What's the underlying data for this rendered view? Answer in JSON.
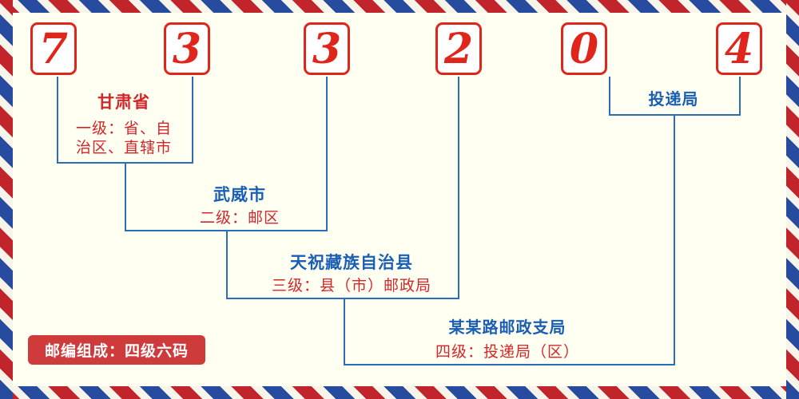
{
  "digits": [
    "7",
    "3",
    "3",
    "2",
    "0",
    "4"
  ],
  "labels": {
    "province_name": "甘肃省",
    "province_desc1": "一级：省、自",
    "province_desc2": "治区、直辖市",
    "city_name": "武威市",
    "city_desc": "二级：邮区",
    "county_name": "天祝藏族自治县",
    "county_desc": "三级：县（市）邮政局",
    "branch_name": "某某路邮政支局",
    "branch_desc": "四级：投递局（区）",
    "delivery_label": "投递局",
    "footer_label": "邮编组成：四级六码"
  },
  "colors": {
    "digit_red": "#e0251b",
    "text_red": "#d3262b",
    "text_blue": "#1a5fb4",
    "line_blue": "#2a6ebb",
    "footer_bg": "#cf3b3b",
    "background": "#fffff2",
    "border_red": "#c2242c",
    "border_blue": "#274b9f"
  }
}
